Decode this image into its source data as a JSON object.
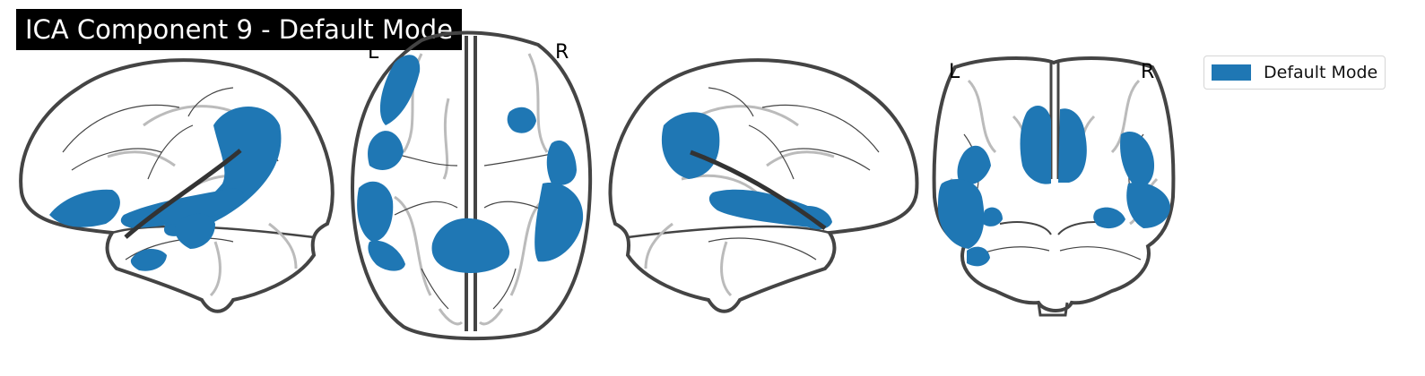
{
  "figure": {
    "title": "ICA Component 9 - Default Mode",
    "views": {
      "axial": {
        "left_label": "L",
        "right_label": "R"
      },
      "coronal": {
        "left_label": "L",
        "right_label": "R"
      }
    }
  },
  "legend": {
    "items": [
      {
        "label": "Default Mode",
        "color": "#1f77b4"
      }
    ]
  },
  "colors": {
    "blob": "#1f77b4",
    "outline": "#444444",
    "sulci_light": "#bbbbbb",
    "title_bg": "#000000",
    "title_text": "#ffffff"
  }
}
